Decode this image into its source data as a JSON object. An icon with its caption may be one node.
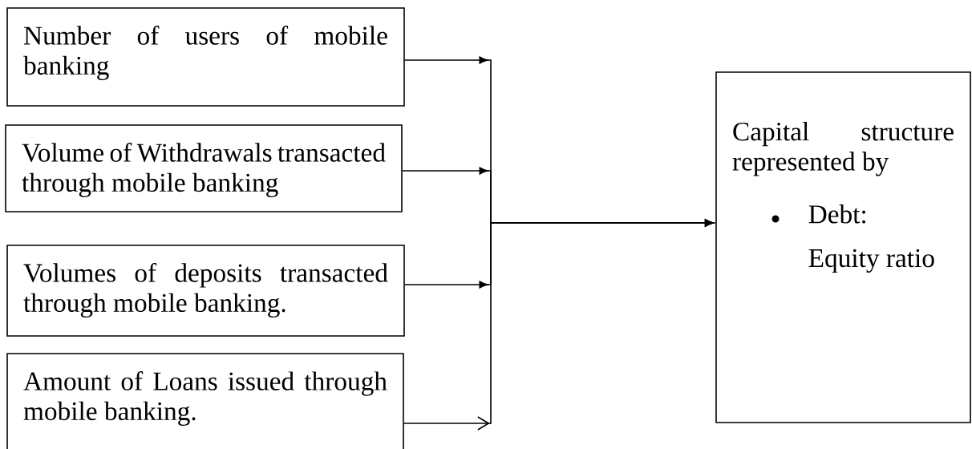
{
  "diagram": {
    "nodes": [
      {
        "text": [
          "Number of users of mobile banking"
        ]
      },
      {
        "text": [
          "Volume of Withdrawals transacted through mobile banking"
        ]
      },
      {
        "text": [
          "Volumes of deposits transacted through mobile banking."
        ]
      },
      {
        "text": [
          "Amount of Loans issued through mobile banking."
        ]
      },
      {
        "text": [
          "Capital structure represented by",
          "Debt: Equity ratio"
        ]
      }
    ],
    "edges": [
      {
        "from": 0,
        "to": 4,
        "arrow": "to"
      },
      {
        "from": 1,
        "to": 4,
        "arrow": "to"
      },
      {
        "from": 2,
        "to": 4,
        "arrow": "to"
      },
      {
        "from": 3,
        "to": 4,
        "arrow": "to"
      }
    ]
  }
}
